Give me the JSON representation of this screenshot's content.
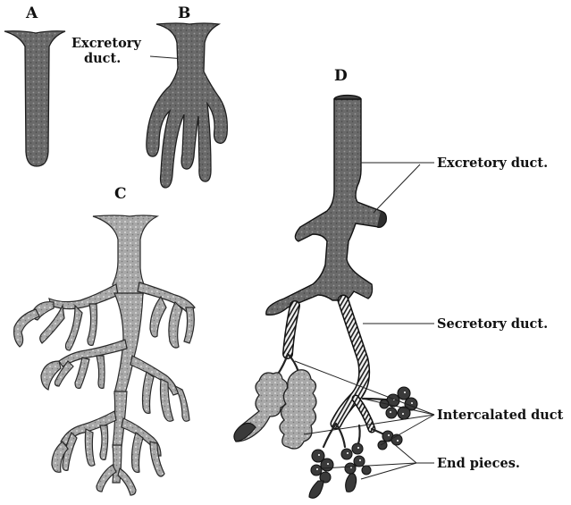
{
  "figure": {
    "panels": {
      "a": "A",
      "b": "B",
      "c": "C",
      "d": "D"
    },
    "labels": {
      "excretory_b_line1": "Excretory",
      "excretory_b_line2": "duct.",
      "excretory_d": "Excretory duct.",
      "secretory_d": "Secretory duct.",
      "intercalated_d": "Intercalated duct",
      "end_pieces_d": "End pieces."
    }
  }
}
